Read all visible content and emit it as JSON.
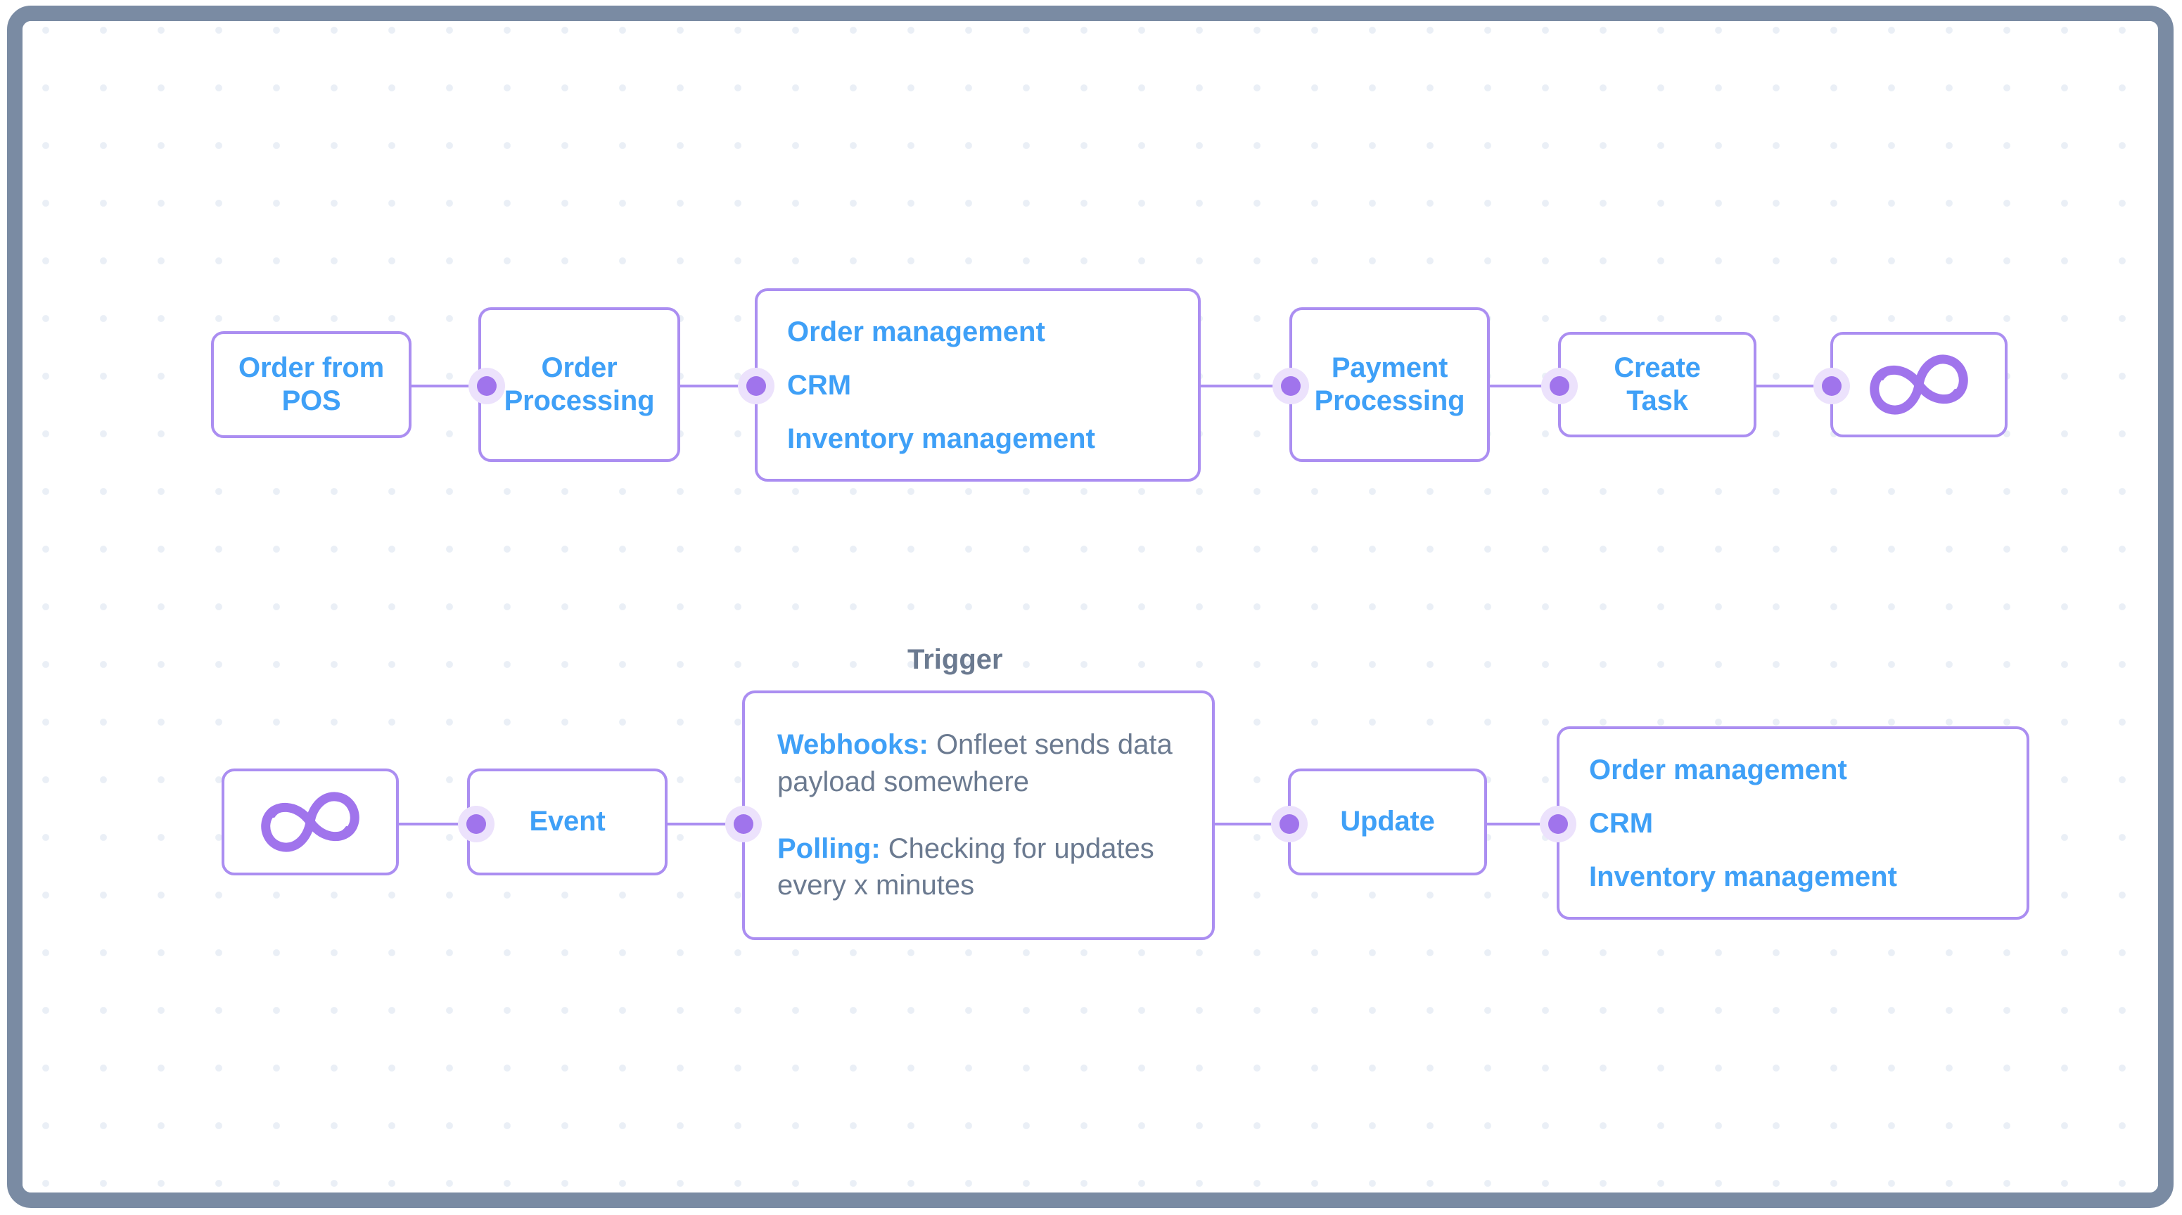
{
  "theme": {
    "accent_purple": "#ab8ef1",
    "dot_purple": "#a074ec",
    "halo_purple": "#ece2fc",
    "label_blue": "#3fa0f7",
    "body_gray": "#6b7a90",
    "frame_slate": "#7a8ba3",
    "canvas_dot": "#eaeff6",
    "canvas_bg": "#ffffff"
  },
  "diagram": {
    "rows": [
      {
        "name": "order-to-task-flow",
        "nodes": [
          {
            "id": "order-from-pos",
            "type": "text",
            "lines": [
              "Order from",
              "POS"
            ]
          },
          {
            "id": "order-processing",
            "type": "text",
            "lines": [
              "Order",
              "Processing"
            ]
          },
          {
            "id": "systems-list-top",
            "type": "list",
            "lines": [
              "Order management",
              "CRM",
              "Inventory management"
            ]
          },
          {
            "id": "payment-processing",
            "type": "text",
            "lines": [
              "Payment",
              "Processing"
            ]
          },
          {
            "id": "create-task",
            "type": "text",
            "lines": [
              "Create",
              "Task"
            ]
          },
          {
            "id": "onfleet-logo-top",
            "type": "logo",
            "icon": "infinity-icon"
          }
        ]
      },
      {
        "name": "trigger-to-update-flow",
        "caption": "Trigger",
        "nodes": [
          {
            "id": "onfleet-logo-bottom",
            "type": "logo",
            "icon": "infinity-icon"
          },
          {
            "id": "event",
            "type": "text",
            "lines": [
              "Event"
            ]
          },
          {
            "id": "trigger-methods",
            "type": "para",
            "paragraphs": [
              {
                "key": "Webhooks:",
                "text": " Onfleet sends data payload somewhere"
              },
              {
                "key": "Polling:",
                "text": " Checking for updates every x minutes"
              }
            ]
          },
          {
            "id": "update",
            "type": "text",
            "lines": [
              "Update"
            ]
          },
          {
            "id": "systems-list-bottom",
            "type": "list",
            "lines": [
              "Order management",
              "CRM",
              "Inventory management"
            ]
          }
        ]
      }
    ]
  }
}
